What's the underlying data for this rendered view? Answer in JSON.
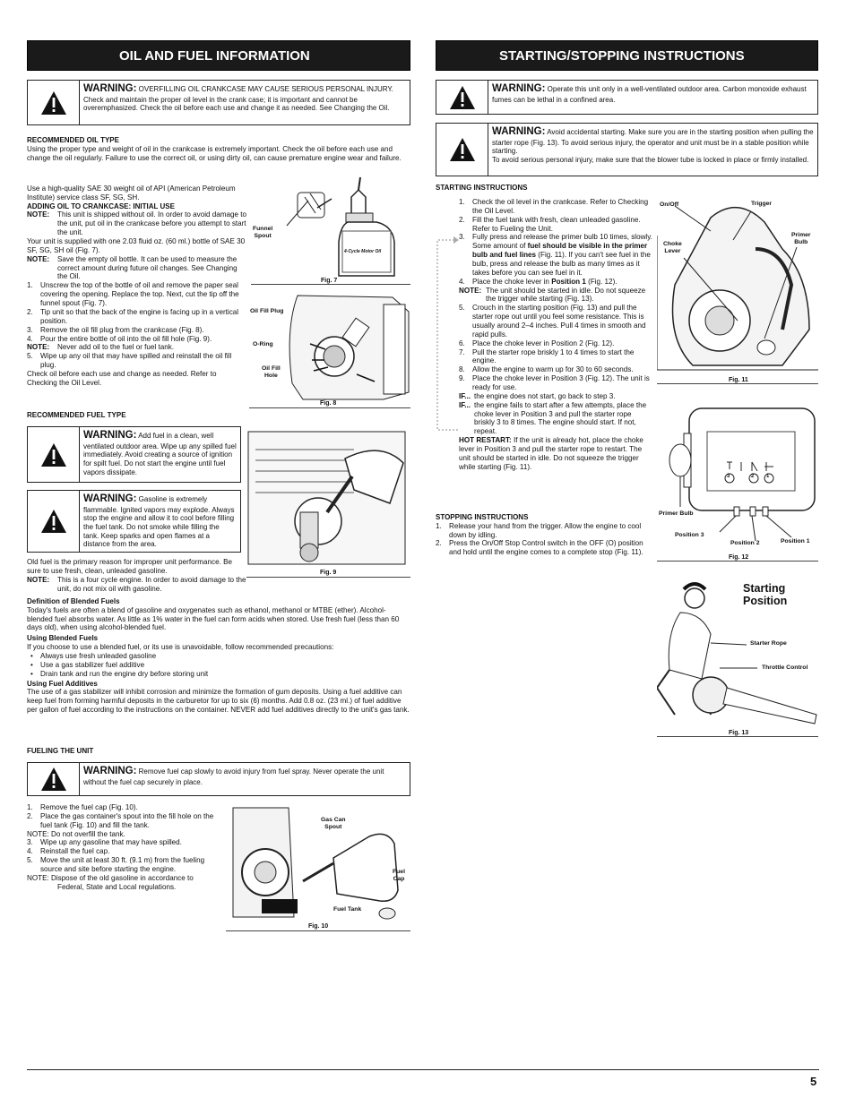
{
  "left": {
    "header": "OIL AND FUEL INFORMATION",
    "warn1": {
      "label": "WARNING:",
      "text": "OVERFILLING OIL CRANKCASE MAY CAUSE SERIOUS PERSONAL INJURY. Check and maintain the proper oil level in the crank case; it is important and cannot be overemphasized. Check the oil before each use and change it as needed. See Changing the Oil."
    },
    "rec_oil_title": "RECOMMENDED OIL TYPE",
    "rec_oil_p1": "Using the proper type and weight of oil in the crankcase is extremely important. Check the oil before each use and change the oil regularly. Failure to use the correct oil, or using dirty oil, can cause premature engine wear and failure.",
    "rec_oil_p2": "Use a high-quality SAE 30 weight oil of API (American Petroleum Institute) service class SF, SG, SH.",
    "adding_title": "ADDING OIL TO CRANKCASE: INITIAL USE",
    "note_label": "NOTE:",
    "note1": "This unit is shipped without oil. In order to avoid damage to the unit, put oil in the crankcase before you attempt to start the unit.",
    "supply": "Your unit is supplied with one 2.03 fluid oz. (60 ml.) bottle of SAE 30 SF, SG, SH oil (Fig. 7).",
    "note2": "Save the empty oil bottle. It can be used to measure the correct amount during future oil changes. See Changing the Oil.",
    "steps_oil": [
      {
        "n": "1.",
        "t": "Unscrew the top of the bottle of oil and remove the paper seal covering the opening. Replace the top. Next, cut the tip off the funnel spout (Fig. 7)."
      },
      {
        "n": "2.",
        "t": "Tip unit so that the back of the engine is facing up in a vertical position."
      },
      {
        "n": "3.",
        "t": "Remove the oil fill plug from the crankcase (Fig. 8)."
      },
      {
        "n": "4.",
        "t": "Pour the entire bottle of oil into the oil fill hole (Fig. 9)."
      }
    ],
    "note3": "Never add oil to the fuel or fuel tank.",
    "step5": {
      "n": "5.",
      "t": "Wipe up any oil that may have spilled and reinstall the oil fill plug."
    },
    "check_oil": "Check oil before each use and change as needed. Refer to Checking the Oil Level.",
    "rec_fuel_title": "RECOMMENDED FUEL TYPE",
    "warn2": {
      "label": "WARNING:",
      "text": "Add fuel in a clean, well ventilated outdoor area. Wipe up any spilled fuel immediately. Avoid creating a source of ignition for spilt fuel. Do not start the engine until fuel vapors dissipate."
    },
    "warn3": {
      "label": "WARNING:",
      "text": "Gasoline is extremely flammable. Ignited vapors may explode. Always stop the engine and allow it to cool before filling the fuel tank. Do not smoke while filling the tank. Keep sparks and open flames at a distance from the area."
    },
    "old_fuel": "Old fuel is the primary reason for improper unit performance. Be sure to use fresh, clean, unleaded gasoline.",
    "note4": "This is a four cycle engine. In order to avoid damage to the unit, do not mix oil with gasoline.",
    "def_title": "Definition of Blended Fuels",
    "def_text": "Today's fuels are often a blend of gasoline and oxygenates such as ethanol, methanol or MTBE (ether). Alcohol-blended fuel absorbs water. As little as 1% water in the fuel can form acids when stored. Use fresh fuel (less than 60 days old), when using alcohol-blended fuel.",
    "using_title": "Using Blended Fuels",
    "using_text": "If you choose to use a blended fuel, or its use is unavoidable, follow recommended precautions:",
    "bullets": [
      "Always use fresh unleaded gasoline",
      "Use a gas stabilizer fuel additive",
      "Drain tank and run the engine dry before storing unit"
    ],
    "add_title": "Using Fuel Additives",
    "add_text": "The use of a gas stabilizer will inhibit corrosion and minimize the formation of gum deposits. Using a fuel additive can keep fuel from forming harmful deposits in the carburetor for up to six (6) months. Add 0.8 oz. (23 ml.) of fuel additive per gallon of fuel according to the instructions on the container. NEVER add fuel additives directly to the unit's gas tank.",
    "fueling_title": "FUELING THE UNIT",
    "warn4": {
      "label": "WARNING:",
      "text": "Remove fuel cap slowly to avoid injury from fuel spray. Never operate the unit without the fuel cap securely in place."
    },
    "fuel_steps_a": [
      {
        "n": "1.",
        "t": "Remove the fuel cap (Fig. 10)."
      },
      {
        "n": "2.",
        "t": "Place the gas container's spout into the fill hole on the fuel tank (Fig. 10) and fill the tank."
      }
    ],
    "fuel_note1": "NOTE:  Do not overfill the tank.",
    "fuel_steps_b": [
      {
        "n": "3.",
        "t": "Wipe up any gasoline that may have spilled."
      },
      {
        "n": "4.",
        "t": "Reinstall the fuel cap."
      },
      {
        "n": "5.",
        "t": "Move the unit at least 30 ft. (9.1 m) from the fueling source and site before starting the engine."
      }
    ],
    "fuel_note2a": "NOTE:  Dispose of the old gasoline in accordance to",
    "fuel_note2b": "Federal, State and Local regulations.",
    "fig7": {
      "caption": "Fig. 7",
      "funnel": "Funnel\nSpout",
      "bottle": "4-Cycle Motor Oil"
    },
    "fig8": {
      "caption": "Fig. 8",
      "plug": "Oil Fill Plug",
      "oring": "O-Ring",
      "hole": "Oil Fill\nHole"
    },
    "fig9": {
      "caption": "Fig. 9"
    },
    "fig10": {
      "caption": "Fig. 10",
      "spout": "Gas Can\nSpout",
      "cap": "Fuel\nCap",
      "tank": "Fuel Tank"
    }
  },
  "right": {
    "header": "STARTING/STOPPING INSTRUCTIONS",
    "warn1": {
      "label": "WARNING:",
      "text": "Operate this unit only in a well-ventilated outdoor area. Carbon monoxide exhaust fumes can be lethal in a confined area."
    },
    "warn2": {
      "label": "WARNING:",
      "text": "Avoid accidental starting. Make sure you are in the starting position when pulling the starter rope (Fig. 13). To avoid serious injury, the operator and unit must be in a stable position while starting.",
      "text2": "To avoid serious personal injury, make sure that the blower tube is locked in place or firmly installed."
    },
    "start_title": "STARTING INSTRUCTIONS",
    "s1": "Check the oil level in the crankcase.  Refer to Checking the Oil Level.",
    "s2": "Fill the fuel tank with fresh, clean unleaded gasoline. Refer to Fueling the Unit.",
    "s3a": "Fully press and release the primer bulb 10 times, slowly. Some amount of ",
    "s3b": "fuel should be visible in the primer bulb and fuel lines",
    "s3c": " (Fig. 11). If you can't see fuel in the bulb, press and release the bulb as many times as it takes before you can see fuel in it.",
    "s4a": "Place the choke lever in ",
    "s4b": "Position 1",
    "s4c": " (Fig. 12).",
    "note_label": "NOTE:",
    "s4note": "The unit should be started in idle.  Do not squeeze the trigger while starting (Fig. 13).",
    "s5": "Crouch in the starting position (Fig. 13) and pull the starter rope out until you feel some resistance. This is usually around 2–4 inches.  Pull 4 times in smooth and rapid pulls.",
    "s6": "Place the choke lever in Position 2 (Fig. 12).",
    "s7": "Pull the starter rope briskly 1 to 4 times to start the engine.",
    "s8": "Allow the engine to warm up for 30 to 60 seconds.",
    "s9": "Place the choke lever in Position 3 (Fig. 12).  The unit is ready for use.",
    "if1_label": "IF...",
    "if1": "the engine does not start, go back to step 3.",
    "if2_label": "IF...",
    "if2": "the engine fails to start after a few attempts, place the choke lever in Position 3 and pull the starter rope briskly 3 to 8 times. The engine should start. If not, repeat.",
    "hot_label": "HOT RESTART:",
    "hot": " If the unit is already hot, place the choke lever in Position 3 and pull the starter rope to restart.  The unit should be started in idle.  Do not squeeze the trigger while starting (Fig. 11).",
    "stop_title": "STOPPING INSTRUCTIONS",
    "stop_steps": [
      {
        "n": "1.",
        "t": "Release your hand from the trigger. Allow the engine to cool down by idling."
      },
      {
        "n": "2.",
        "t": "Press the On/Off Stop Control switch in the OFF (O) position and hold until the engine comes to a complete stop (Fig. 11)."
      }
    ],
    "fig11": {
      "caption": "Fig. 11",
      "onoff": "On/Off",
      "trigger": "Trigger",
      "primer": "Primer\nBulb",
      "choke": "Choke\nLever"
    },
    "fig12": {
      "caption": "Fig. 12",
      "primer": "Primer Bulb",
      "p3": "Position 3",
      "p2": "Position 2",
      "p1": "Position 1",
      "n3": "3",
      "n2": "2",
      "n1": "1"
    },
    "fig13": {
      "caption": "Fig. 13",
      "title": "Starting\nPosition",
      "rope": "Starter Rope",
      "throttle": "Throttle Control"
    }
  },
  "page_number": "5"
}
